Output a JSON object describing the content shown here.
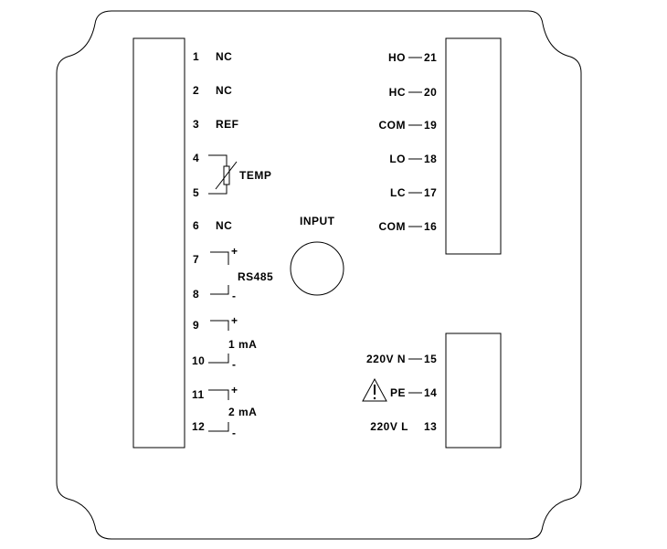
{
  "input_label": "INPUT",
  "left_terminals": [
    {
      "num": "1",
      "label": "NC"
    },
    {
      "num": "2",
      "label": "NC"
    },
    {
      "num": "3",
      "label": "REF"
    },
    {
      "num": "4",
      "label": ""
    },
    {
      "num": "5",
      "label": ""
    },
    {
      "num": "6",
      "label": "NC"
    },
    {
      "num": "7",
      "label": ""
    },
    {
      "num": "8",
      "label": ""
    },
    {
      "num": "9",
      "label": ""
    },
    {
      "num": "10",
      "label": ""
    },
    {
      "num": "11",
      "label": ""
    },
    {
      "num": "12",
      "label": ""
    }
  ],
  "groups": {
    "temp": "TEMP",
    "rs485": "RS485",
    "out1": "1 mA",
    "out2": "2 mA",
    "plus": "+",
    "minus": "-"
  },
  "relay_terminals": [
    {
      "label": "HO",
      "num": "21"
    },
    {
      "label": "HC",
      "num": "20"
    },
    {
      "label": "COM",
      "num": "19"
    },
    {
      "label": "LO",
      "num": "18"
    },
    {
      "label": "LC",
      "num": "17"
    },
    {
      "label": "COM",
      "num": "16"
    }
  ],
  "power_terminals": [
    {
      "label": "220V N",
      "num": "15"
    },
    {
      "label": "PE",
      "num": "14"
    },
    {
      "label": "220V L",
      "num": "13"
    }
  ]
}
